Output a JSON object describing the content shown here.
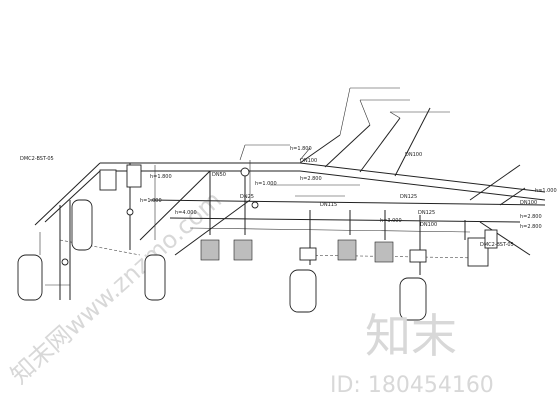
{
  "labels": {
    "dn100_a": "DN100",
    "dn100_b": "DN100",
    "dn100_c": "DN100",
    "dn100_d": "DN100",
    "dn50": "DN50",
    "dn125_a": "DN125",
    "dn125_b": "DN125",
    "dn115": "DN115",
    "dn25": "DN25",
    "h2800_a": "h=2.800",
    "h2800_b": "h=2.800",
    "h2800_c": "h=2.800",
    "h1800_a": "h=1.800",
    "h1800_b": "h=1.800",
    "h1000_a": "h=1.000",
    "h1000_b": "h=1.000",
    "h1000_c": "h=1.000",
    "h3000": "h=3.000",
    "h4000": "h=4.000",
    "dmc_left": "DMC2-BST-05",
    "dmc_right": "DMC2-BST-05"
  },
  "watermark": {
    "brand": "知末",
    "id_text": "ID: 180454160",
    "diagonal": "知末网www.znzmo.com"
  }
}
